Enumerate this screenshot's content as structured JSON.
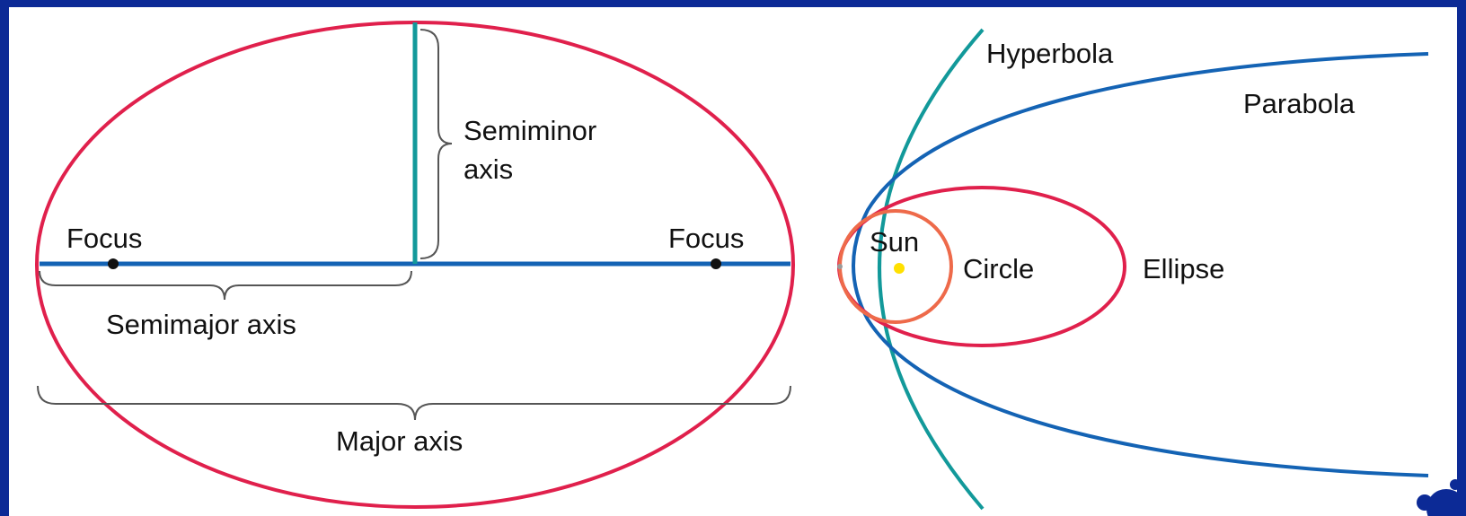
{
  "ellipse_diagram": {
    "focus_left_label": "Focus",
    "focus_right_label": "Focus",
    "semiminor_label_line1": "Semiminor",
    "semiminor_label_line2": "axis",
    "semimajor_label": "Semimajor axis",
    "major_axis_label": "Major axis"
  },
  "conics_diagram": {
    "hyperbola_label": "Hyperbola",
    "parabola_label": "Parabola",
    "sun_label": "Sun",
    "circle_label": "Circle",
    "ellipse_label": "Ellipse"
  },
  "colors": {
    "frame": "#0c2a96",
    "panel": "#ffffff",
    "ellipse": "#e0204c",
    "axis_blue": "#1463b4",
    "semiminor_teal": "#12999a",
    "hyperbola": "#12999a",
    "parabola": "#1463b4",
    "circle": "#ee6a4a",
    "orbit_ellipse": "#e0204c",
    "sun": "#ffe000",
    "brace": "#555555",
    "text": "#111111"
  }
}
